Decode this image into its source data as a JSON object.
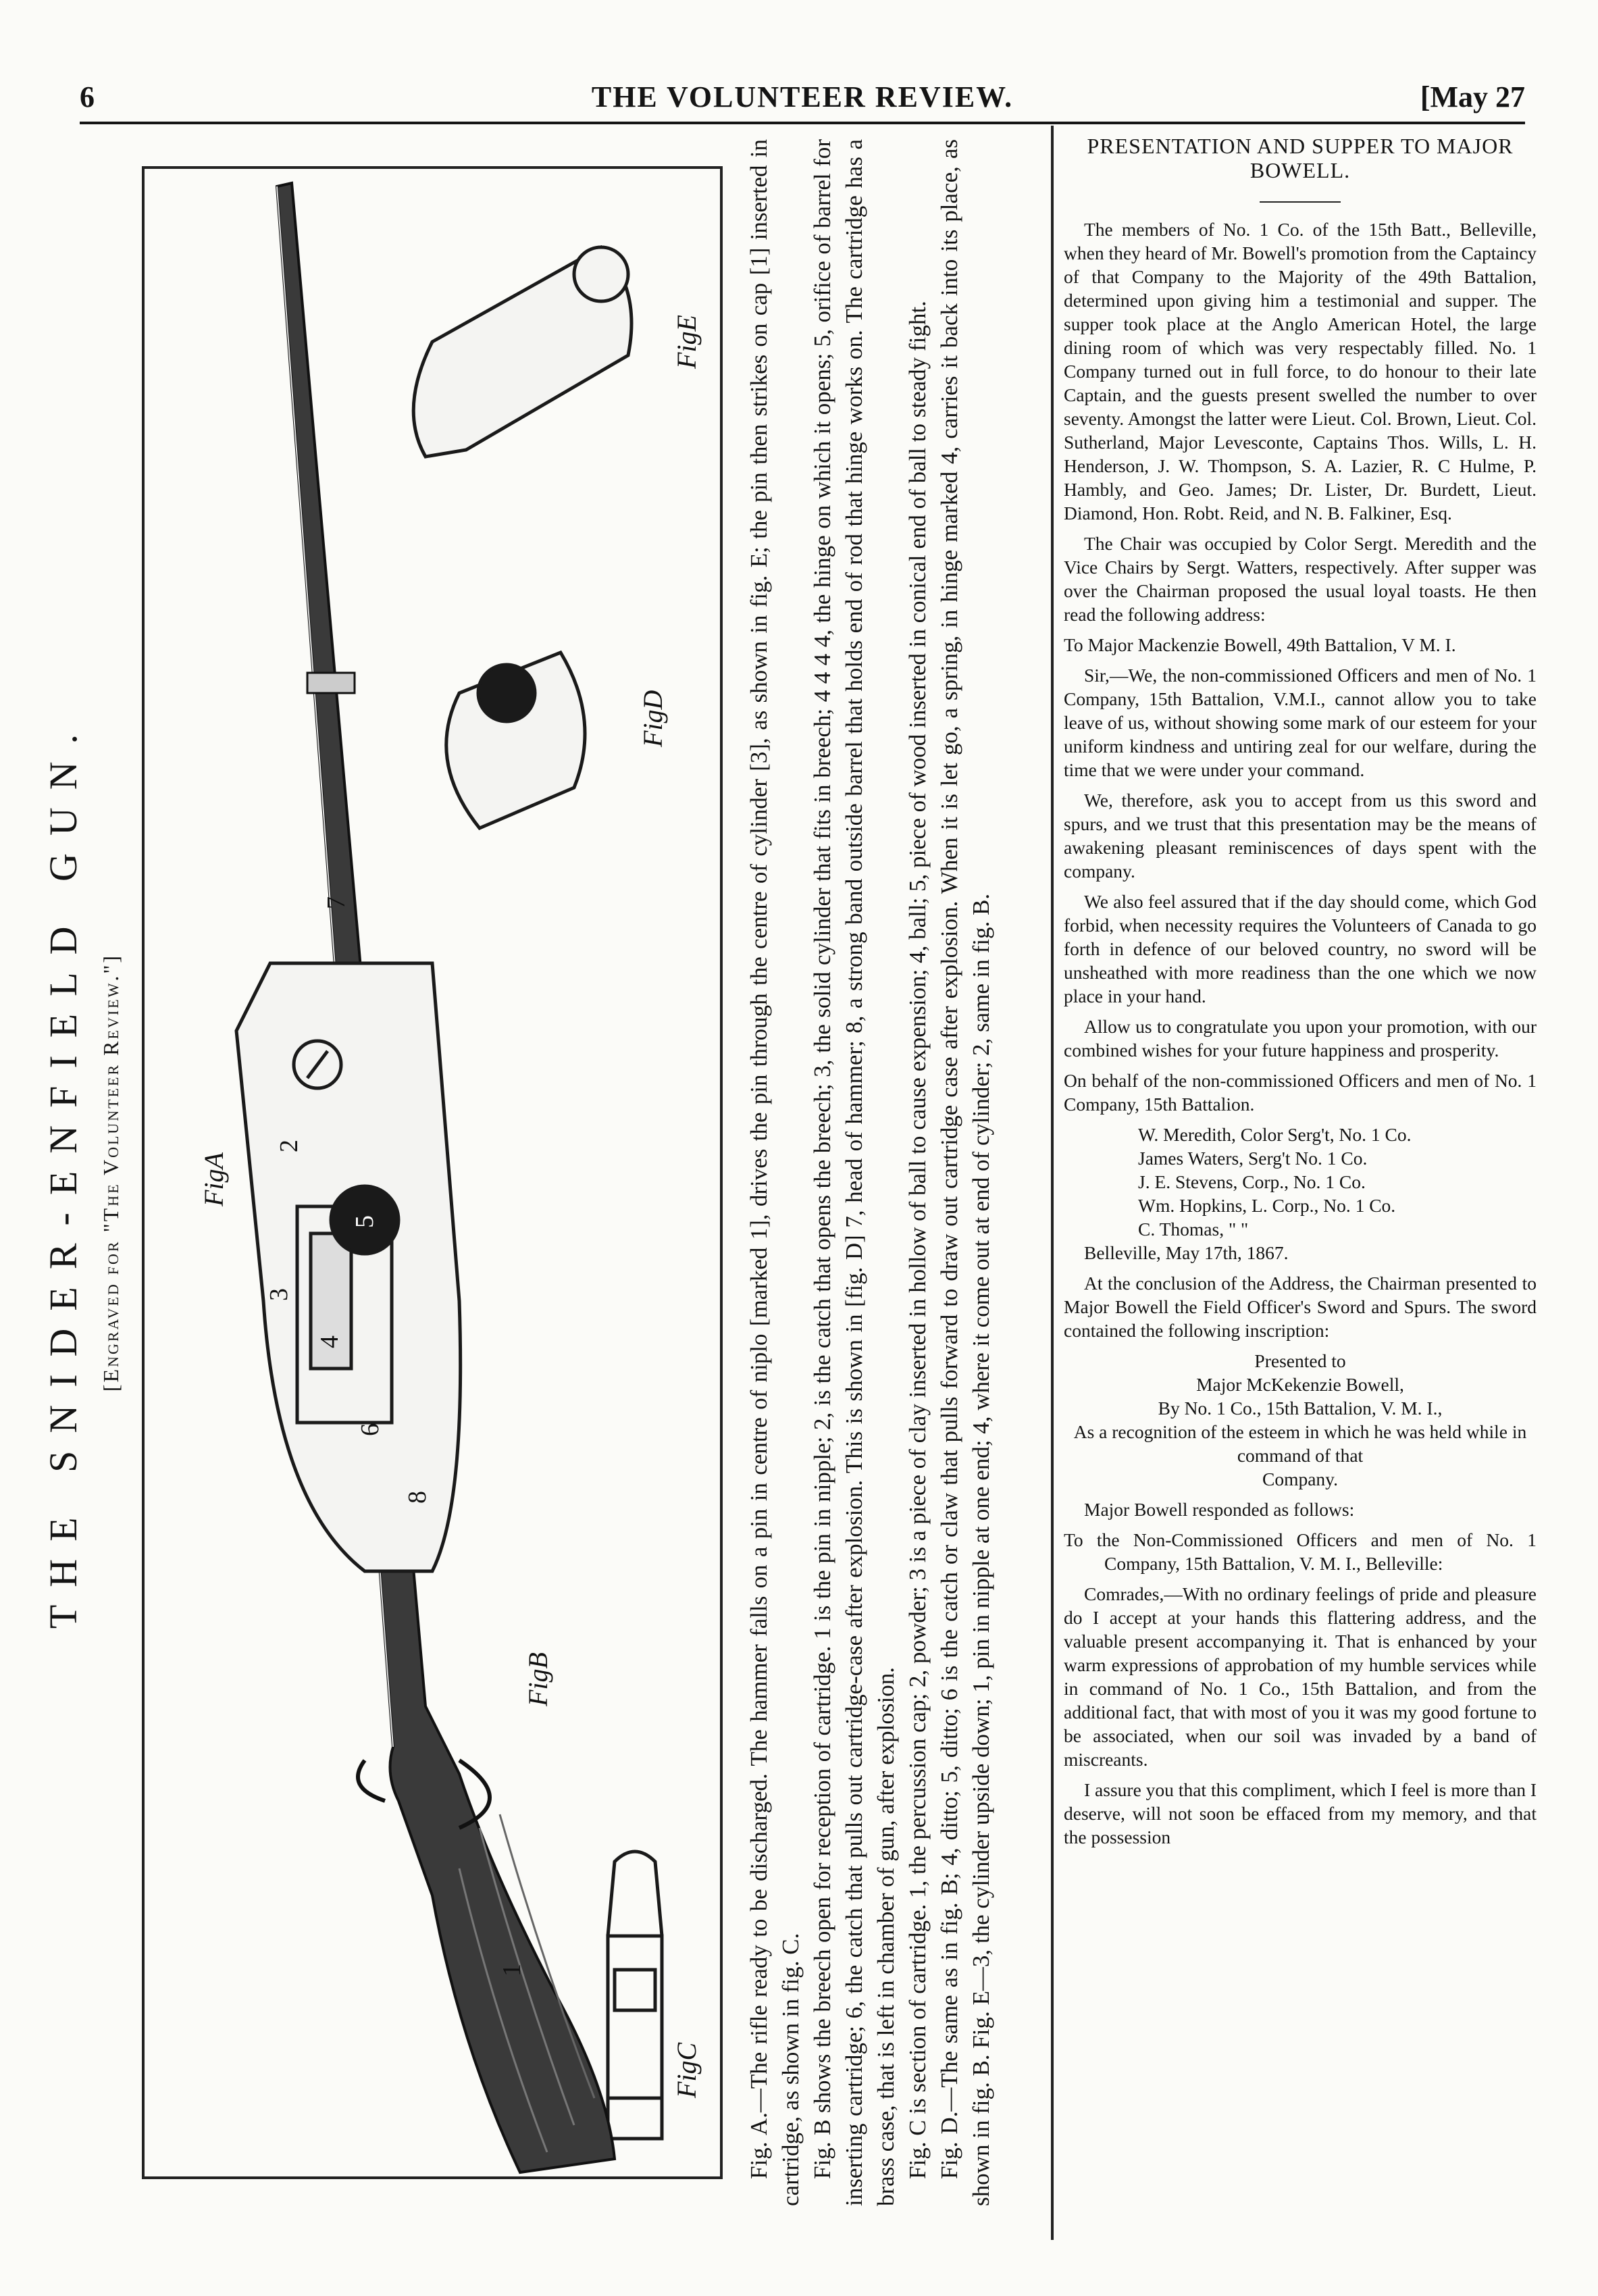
{
  "header": {
    "page_number": "6",
    "title": "THE VOLUNTEER REVIEW.",
    "date": "[May 27"
  },
  "engraving": {
    "title": "THE SNIDER-ENFIELD GUN.",
    "subtitle": "[Engraved for \"The Volunteer Review.\"]",
    "fig_labels": {
      "fig_a": "FigA",
      "fig_b": "FigB",
      "fig_c": "FigC",
      "fig_d": "FigD",
      "fig_e": "FigE",
      "n1": "1",
      "n2": "2",
      "n3": "3",
      "n4": "4",
      "n5": "5",
      "n6": "6",
      "n7": "7",
      "n8": "8"
    },
    "caption_1": "Fig. A.—The rifle ready to be discharged. The hammer falls on a pin in centre of niplo [marked 1], drives the pin through the centre of cylinder [3], as shown in fig. E; the pin then strikes on cap [1] inserted in cartridge, as shown in fig. C.",
    "caption_2": "Fig. B shows the breech open for reception of cartridge. 1 is the pin in nipple; 2, is the catch that opens the breech; 3, the solid cylinder that fits in breech; 4 4 4 4, the hinge on which it opens; 5, orifice of barrel for inserting cartridge; 6, the catch that pulls out cartridge-case after explosion. This is shown in [fig. D] 7, head of hammer; 8, a strong band outside barrel that holds end of rod that hinge works on. The cartridge has a brass case, that is left in chamber of gun, after explosion.",
    "caption_3": "Fig. C is section of cartridge. 1, the percussion cap; 2, powder; 3 is a piece of clay inserted in hollow of ball to cause expension; 4, ball; 5, piece of wood inserted in conical end of ball to steady fight.",
    "caption_4": "Fig. D.—The same as in fig. B; 4, ditto; 5, ditto; 6 is the catch or claw that pulls forward to draw out cartridge case after explosion. When it is let go, a spring, in hinge marked 4, carries it back into its place, as shown in fig. B. Fig. E—3, the cylinder upside down; 1, pin in nipple at one end; 4, where it come out at end of cylinder; 2, same in fig. B."
  },
  "article": {
    "heading_1": "PRESENTATION AND SUPPER TO MAJOR",
    "heading_2": "BOWELL.",
    "p1": "The members of No. 1 Co. of the 15th Batt., Belleville, when they heard of Mr. Bowell's promotion from the Captaincy of that Company to the Majority of the 49th Battalion, determined upon giving him a testimonial and supper. The supper took place at the Anglo American Hotel, the large dining room of which was very respectably filled. No. 1 Company turned out in full force, to do honour to their late Captain, and the guests present swelled the number to over seventy. Amongst the latter were Lieut. Col. Brown, Lieut. Col. Sutherland, Major Levesconte, Captains Thos. Wills, L. H. Henderson, J. W. Thompson, S. A. Lazier, R. C Hulme, P. Hambly, and Geo. James; Dr. Lister, Dr. Burdett, Lieut. Diamond, Hon. Robt. Reid, and N. B. Falkiner, Esq.",
    "p2": "The Chair was occupied by Color Sergt. Meredith and the Vice Chairs by Sergt. Watters, respectively. After supper was over the Chairman proposed the usual loyal toasts. He then read the following address:",
    "address_to": "To Major Mackenzie Bowell, 49th Battalion, V M. I.",
    "a1": "Sir,—We, the non-commissioned Officers and men of No. 1 Company, 15th Battalion, V.M.I., cannot allow you to take leave of us, without showing some mark of our esteem for your uniform kindness and untiring zeal for our welfare, during the time that we were under your command.",
    "a2": "We, therefore, ask you to accept from us this sword and spurs, and we trust that this presentation may be the means of awakening pleasant reminiscences of days spent with the company.",
    "a3": "We also feel assured that if the day should come, which God forbid, when necessity requires the Volunteers of Canada to go forth in defence of our beloved country, no sword will be unsheathed with more readiness than the one which we now place in your hand.",
    "a4": "Allow us to congratulate you upon your promotion, with our combined wishes for your future happiness and prosperity.",
    "a5": "On behalf of the non-commissioned Officers and men of No. 1 Company, 15th Battalion.",
    "sig1": "W. Meredith, Color Serg't, No. 1 Co.",
    "sig2": "James Waters, Serg't No. 1 Co.",
    "sig3": "J. E. Stevens, Corp., No. 1 Co.",
    "sig4": "Wm. Hopkins, L. Corp., No. 1 Co.",
    "sig5": "C. Thomas,          \"        \"",
    "place_date": "Belleville, May 17th, 1867.",
    "p3": "At the conclusion of the Address, the Chairman presented to Major Bowell the Field Officer's Sword and Spurs. The sword contained the following inscription:",
    "ins1": "Presented to",
    "ins2": "Major McKekenzie Bowell,",
    "ins3": "By No. 1 Co., 15th Battalion, V. M. I.,",
    "ins4": "As a recognition of the esteem in which he was held while in command of that",
    "ins5": "Company.",
    "p4": "Major Bowell responded as follows:",
    "reply_to": "To the Non-Commissioned Officers and men of No. 1 Company, 15th Battalion, V. M. I., Belleville:",
    "r1": "Comrades,—With no ordinary feelings of pride and pleasure do I accept at your hands this flattering address, and the valuable present accompanying it. That is enhanced by your warm expressions of approbation of my humble services while in command of No. 1 Co., 15th Battalion, and from the additional fact, that with most of you it was my good fortune to be associated, when our soil was invaded by a band of miscreants.",
    "r2": "I assure you that this compliment, which I feel is more than I deserve, will not soon be effaced from my memory, and that the possession"
  }
}
